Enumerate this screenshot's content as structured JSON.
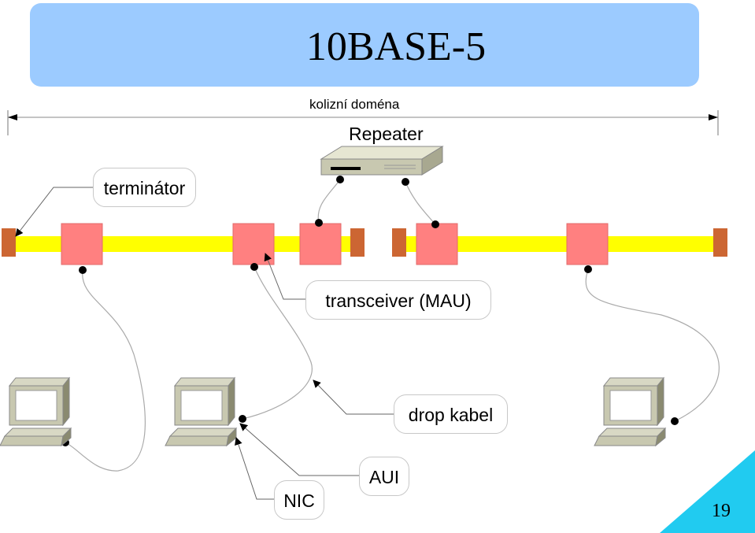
{
  "title": "10BASE-5",
  "labels": {
    "collision_domain": "kolizní doména",
    "repeater": "Repeater",
    "terminator": "terminátor",
    "transceiver": "transceiver (MAU)",
    "drop_cable": "drop kabel",
    "nic": "NIC",
    "aui": "AUI"
  },
  "page_number": "19",
  "colors": {
    "title_background": "#9ccbff",
    "cable": "#ffff00",
    "transceiver": "#ff8080",
    "terminator": "#cc6633",
    "page_corner": "#21cbf0",
    "repeater_body": "#c8c8b0"
  },
  "nodes": [
    {
      "id": "computer-1",
      "type": "computer"
    },
    {
      "id": "computer-2",
      "type": "computer"
    },
    {
      "id": "computer-3",
      "type": "computer"
    },
    {
      "id": "repeater",
      "type": "repeater"
    },
    {
      "id": "segment-left",
      "type": "coax-segment"
    },
    {
      "id": "segment-right",
      "type": "coax-segment"
    }
  ]
}
